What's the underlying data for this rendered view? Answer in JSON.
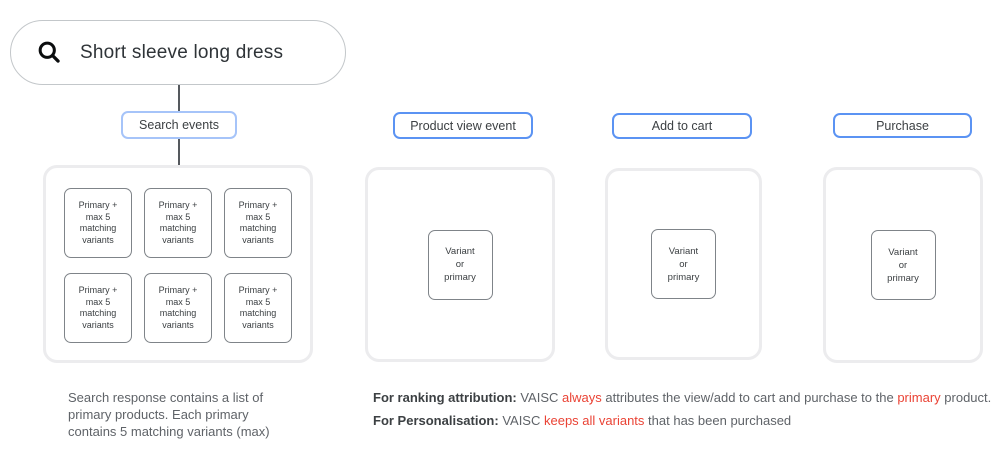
{
  "colors": {
    "accent_blue_strong": "#5b93f3",
    "accent_blue_light": "#a6c4f9",
    "container_border_grey": "#ececee",
    "card_border_grey": "#7f8489",
    "text_dark": "#3c4043",
    "text_grey": "#5f6368",
    "highlight_red": "#ea4335"
  },
  "search": {
    "icon": "search-icon",
    "query": "Short sleeve long dress",
    "event_label": "Search events",
    "results": [
      "Primary +\nmax 5\nmatching\nvariants",
      "Primary +\nmax 5\nmatching\nvariants",
      "Primary +\nmax 5\nmatching\nvariants",
      "Primary +\nmax 5\nmatching\nvariants",
      "Primary +\nmax 5\nmatching\nvariants",
      "Primary +\nmax 5\nmatching\nvariants"
    ]
  },
  "events": [
    {
      "label": "Product view event",
      "item": "Variant\nor\nprimary"
    },
    {
      "label": "Add to cart",
      "item": "Variant\nor\nprimary"
    },
    {
      "label": "Purchase",
      "item": "Variant\nor\nprimary"
    }
  ],
  "captions": {
    "search_response": [
      "Search response contains a list of",
      "primary products. Each primary",
      "contains 5 matching variants (max)"
    ],
    "ranking": [
      {
        "text": "For ranking attribution:",
        "style": "bold"
      },
      {
        "text": " VAISC ",
        "style": "normal"
      },
      {
        "text": "always",
        "style": "red"
      },
      {
        "text": " attributes the view/add to cart and purchase to the ",
        "style": "normal"
      },
      {
        "text": "primary",
        "style": "red"
      },
      {
        "text": " product.",
        "style": "normal"
      }
    ],
    "personalisation": [
      {
        "text": "For Personalisation:",
        "style": "bold"
      },
      {
        "text": " VAISC ",
        "style": "normal"
      },
      {
        "text": "keeps all variants",
        "style": "red"
      },
      {
        "text": " that has been purchased",
        "style": "normal"
      }
    ]
  }
}
